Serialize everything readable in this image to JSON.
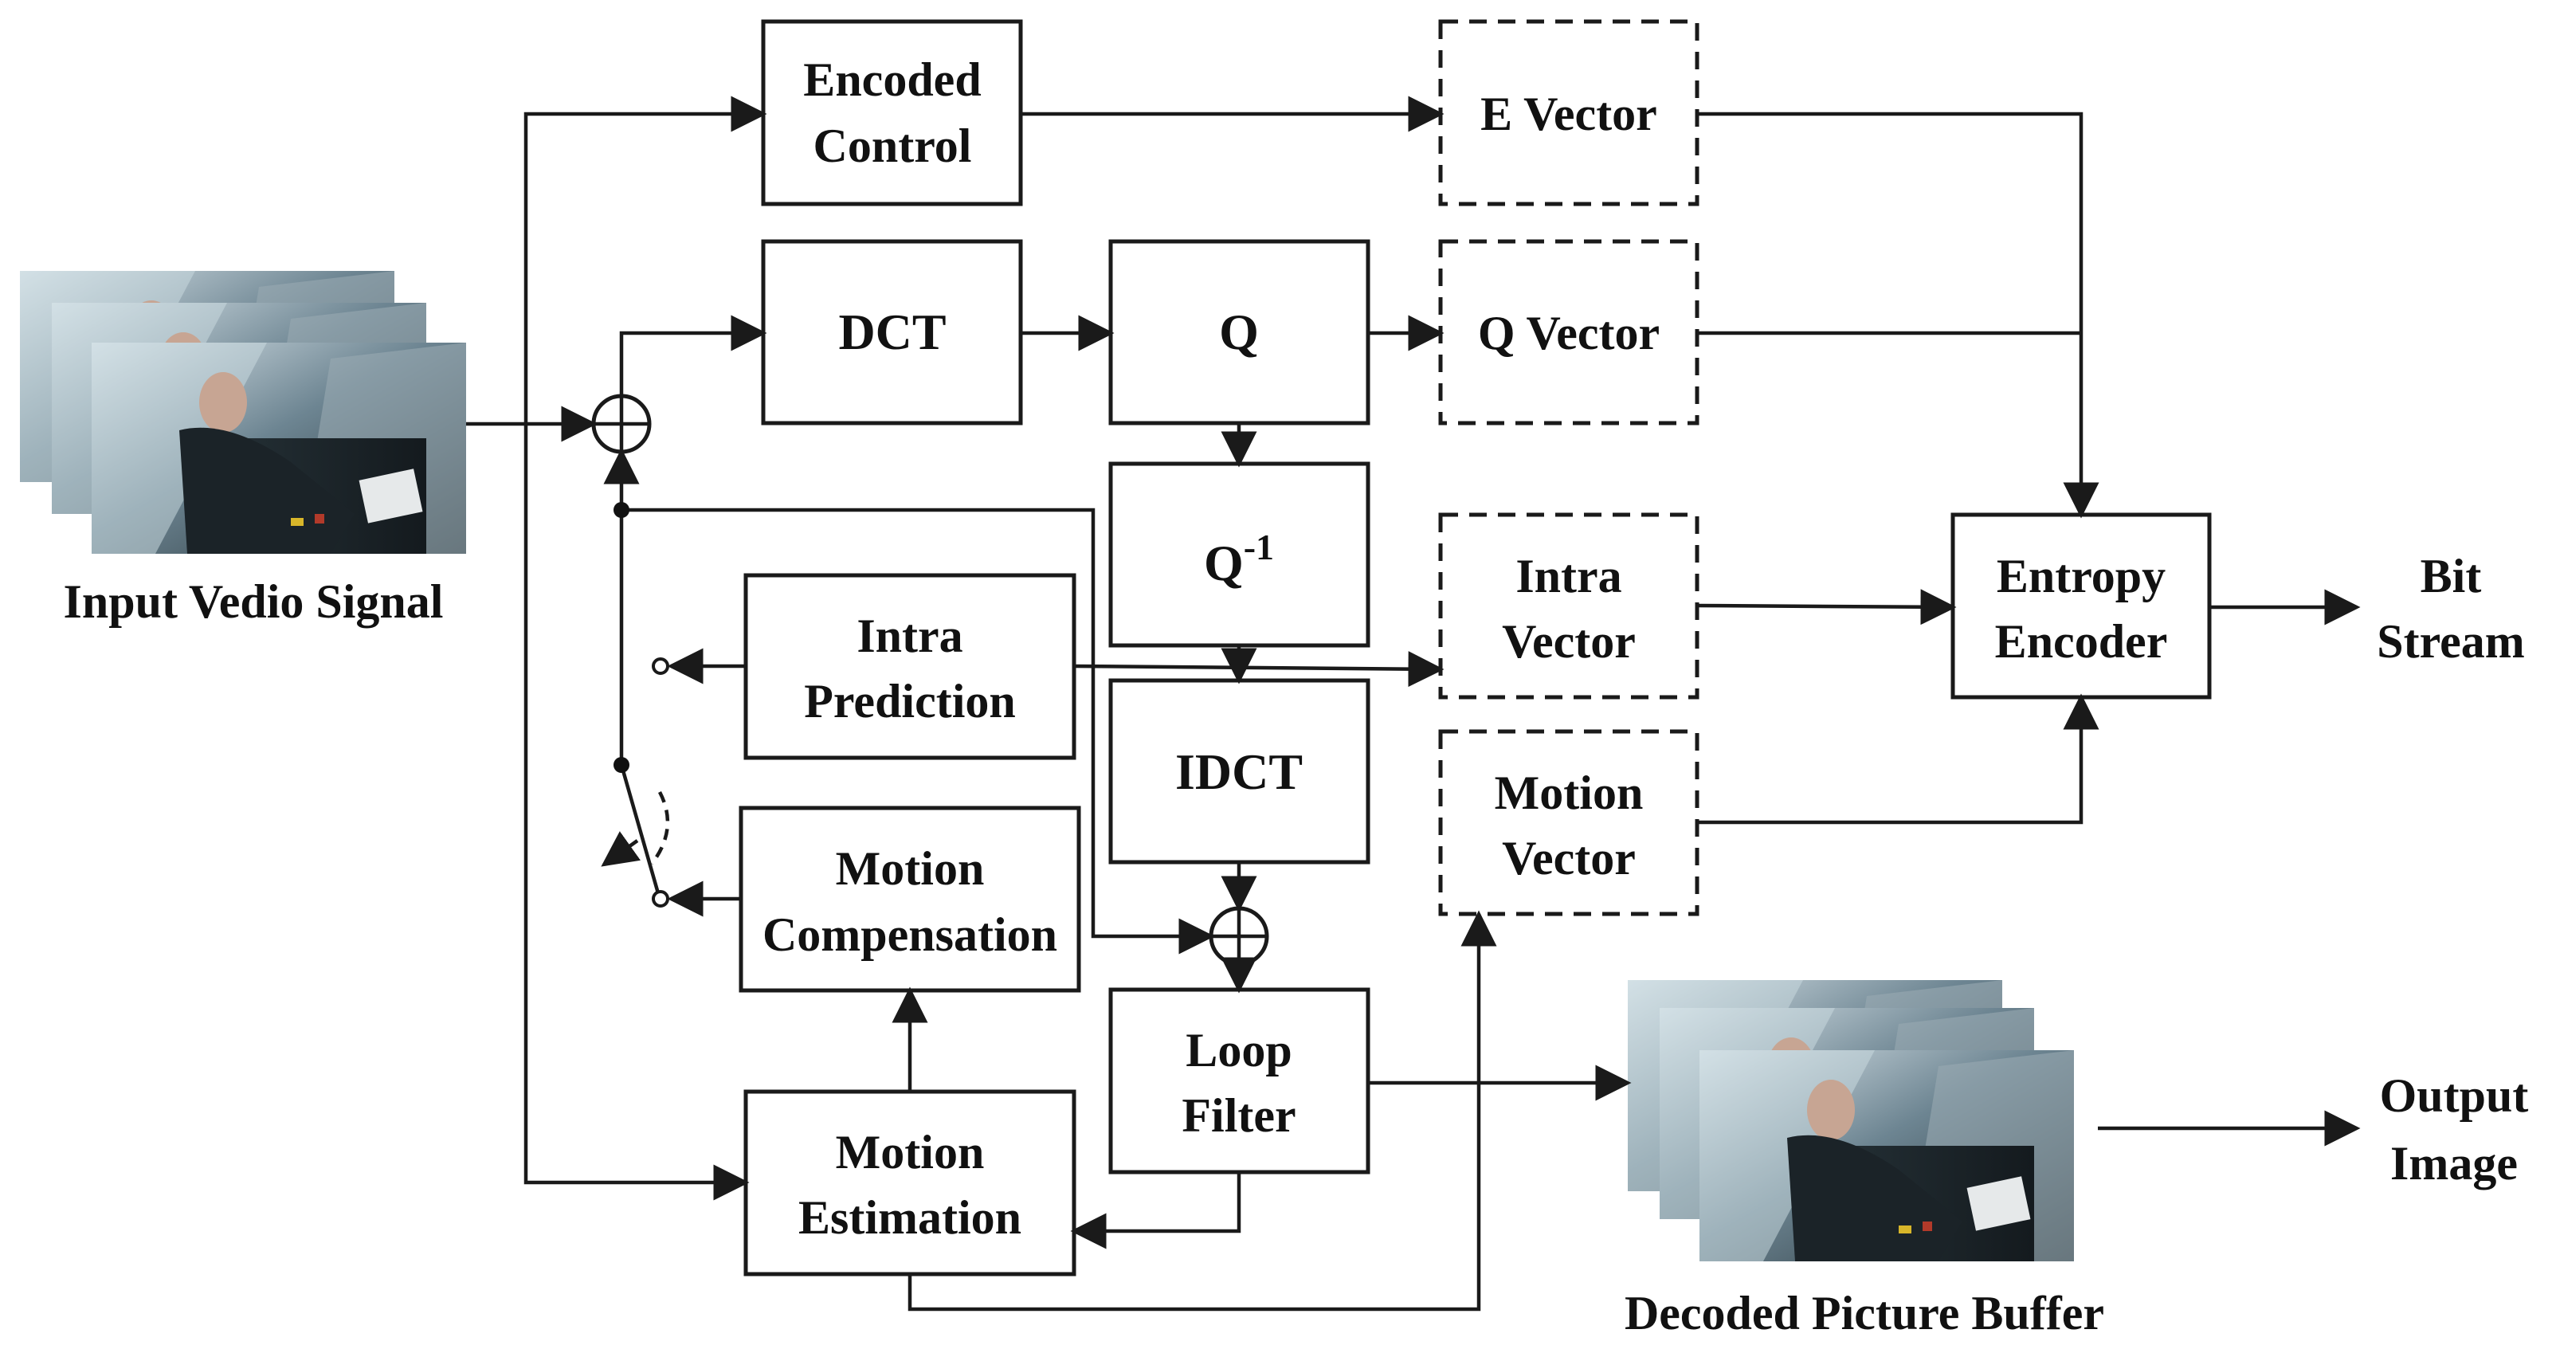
{
  "blocks": {
    "encoded_control": [
      "Encoded",
      "Control"
    ],
    "dct": "DCT",
    "q": "Q",
    "q_inverse": {
      "base": "Q",
      "sup": "-1"
    },
    "idct": "IDCT",
    "intra_prediction": [
      "Intra",
      "Prediction"
    ],
    "motion_compensation": [
      "Motion",
      "Compensation"
    ],
    "loop_filter": [
      "Loop",
      "Filter"
    ],
    "motion_estimation": [
      "Motion",
      "Estimation"
    ],
    "e_vector": "E Vector",
    "q_vector": "Q Vector",
    "intra_vector": [
      "Intra",
      "Vector"
    ],
    "motion_vector": [
      "Motion",
      "Vector"
    ],
    "entropy_encoder": [
      "Entropy",
      "Encoder"
    ]
  },
  "labels": {
    "input": "Input Vedio Signal",
    "bit_stream": [
      "Bit",
      "Stream"
    ],
    "output_image": [
      "Output",
      "Image"
    ],
    "decoded_buffer": "Decoded Picture Buffer"
  }
}
